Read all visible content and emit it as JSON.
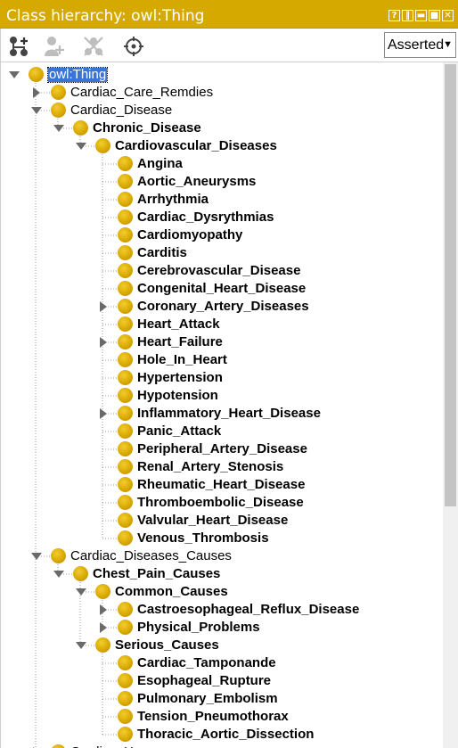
{
  "panel": {
    "title": "Class hierarchy: owl:Thing",
    "window_buttons": [
      "?",
      "‖",
      "▬",
      "■",
      "✕"
    ]
  },
  "toolbar": {
    "add_subclass_icon": "add-subclass-icon",
    "add_sibling_icon": "add-sibling-icon",
    "delete_class_icon": "delete-class-icon",
    "target_icon": "crosshair-icon",
    "mode": {
      "selected": "Asserted"
    }
  },
  "colors": {
    "title_bar": "#d6a900",
    "class_dot": "#d9a900",
    "selection": "#3875d7"
  },
  "tree": [
    {
      "label": "owl:Thing",
      "depth": 0,
      "toggle": "expanded",
      "selected": true
    },
    {
      "label": "Cardiac_Care_Remdies",
      "depth": 1,
      "toggle": "collapsed"
    },
    {
      "label": "Cardiac_Disease",
      "depth": 1,
      "toggle": "expanded"
    },
    {
      "label": "Chronic_Disease",
      "depth": 2,
      "toggle": "expanded",
      "bold": true
    },
    {
      "label": "Cardiovascular_Diseases",
      "depth": 3,
      "toggle": "expanded",
      "bold": true
    },
    {
      "label": "Angina",
      "depth": 4,
      "bold": true
    },
    {
      "label": "Aortic_Aneurysms",
      "depth": 4,
      "bold": true
    },
    {
      "label": "Arrhythmia",
      "depth": 4,
      "bold": true
    },
    {
      "label": "Cardiac_Dysrythmias",
      "depth": 4,
      "bold": true
    },
    {
      "label": "Cardiomyopathy",
      "depth": 4,
      "bold": true
    },
    {
      "label": "Carditis",
      "depth": 4,
      "bold": true
    },
    {
      "label": "Cerebrovascular_Disease",
      "depth": 4,
      "bold": true
    },
    {
      "label": "Congenital_Heart_Disease",
      "depth": 4,
      "bold": true
    },
    {
      "label": "Coronary_Artery_Diseases",
      "depth": 4,
      "toggle": "collapsed",
      "bold": true
    },
    {
      "label": "Heart_Attack",
      "depth": 4,
      "bold": true
    },
    {
      "label": "Heart_Failure",
      "depth": 4,
      "toggle": "collapsed",
      "bold": true
    },
    {
      "label": "Hole_In_Heart",
      "depth": 4,
      "bold": true
    },
    {
      "label": "Hypertension",
      "depth": 4,
      "bold": true
    },
    {
      "label": "Hypotension",
      "depth": 4,
      "bold": true
    },
    {
      "label": "Inflammatory_Heart_Disease",
      "depth": 4,
      "toggle": "collapsed",
      "bold": true
    },
    {
      "label": "Panic_Attack",
      "depth": 4,
      "bold": true
    },
    {
      "label": "Peripheral_Artery_Disease",
      "depth": 4,
      "bold": true
    },
    {
      "label": "Renal_Artery_Stenosis",
      "depth": 4,
      "bold": true
    },
    {
      "label": "Rheumatic_Heart_Disease",
      "depth": 4,
      "bold": true
    },
    {
      "label": "Thromboembolic_Disease",
      "depth": 4,
      "bold": true
    },
    {
      "label": "Valvular_Heart_Disease",
      "depth": 4,
      "bold": true
    },
    {
      "label": "Venous_Thrombosis",
      "depth": 4,
      "bold": true
    },
    {
      "label": "Cardiac_Diseases_Causes",
      "depth": 1,
      "toggle": "expanded"
    },
    {
      "label": "Chest_Pain_Causes",
      "depth": 2,
      "toggle": "expanded",
      "bold": true
    },
    {
      "label": "Common_Causes",
      "depth": 3,
      "toggle": "expanded",
      "bold": true
    },
    {
      "label": "Castroesophageal_Reflux_Disease",
      "depth": 4,
      "toggle": "collapsed",
      "bold": true
    },
    {
      "label": "Physical_Problems",
      "depth": 4,
      "toggle": "collapsed",
      "bold": true
    },
    {
      "label": "Serious_Causes",
      "depth": 3,
      "toggle": "expanded",
      "bold": true
    },
    {
      "label": "Cardiac_Tamponande",
      "depth": 4,
      "bold": true
    },
    {
      "label": "Esophageal_Rupture",
      "depth": 4,
      "bold": true
    },
    {
      "label": "Pulmonary_Embolism",
      "depth": 4,
      "bold": true
    },
    {
      "label": "Tension_Pneumothorax",
      "depth": 4,
      "bold": true
    },
    {
      "label": "Thoracic_Aortic_Dissection",
      "depth": 4,
      "bold": true
    },
    {
      "label": "Cardiac_Human",
      "depth": 1,
      "toggle": "collapsed"
    }
  ]
}
